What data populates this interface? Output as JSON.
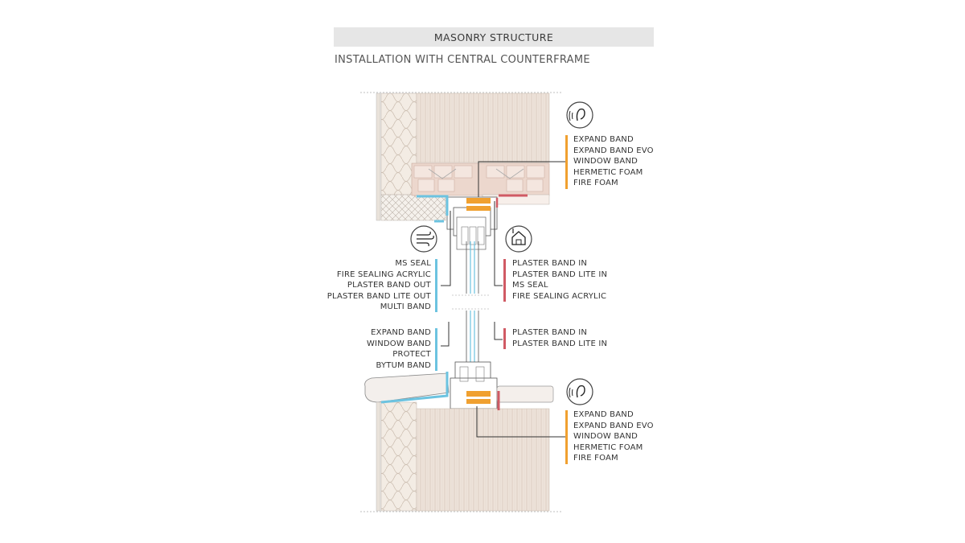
{
  "header": {
    "title": "MASONRY STRUCTURE",
    "subtitle": "INSTALLATION WITH CENTRAL COUNTERFRAME"
  },
  "colors": {
    "orange": "#f0a030",
    "blue": "#6cc3e0",
    "red": "#d05a64",
    "wall": "#eadcd2"
  },
  "icons": {
    "top_right": "ear-acoustic-icon",
    "left_middle": "wind-air-icon",
    "right_middle": "house-thermal-icon",
    "bottom_right": "ear-acoustic-icon"
  },
  "groups": {
    "top_orange": [
      "EXPAND BAND",
      "EXPAND BAND EVO",
      "WINDOW BAND",
      "HERMETIC FOAM",
      "FIRE FOAM"
    ],
    "mid_blue": [
      "MS SEAL",
      "FIRE SEALING ACRYLIC",
      "PLASTER BAND OUT",
      "PLASTER BAND LITE OUT",
      "MULTI BAND"
    ],
    "mid_red": [
      "PLASTER BAND IN",
      "PLASTER BAND LITE IN",
      "MS SEAL",
      "FIRE SEALING ACRYLIC"
    ],
    "low_blue": [
      "EXPAND BAND",
      "WINDOW BAND",
      "PROTECT",
      "BYTUM BAND"
    ],
    "low_red": [
      "PLASTER BAND IN",
      "PLASTER BAND LITE IN"
    ],
    "bottom_orange": [
      "EXPAND BAND",
      "EXPAND BAND EVO",
      "WINDOW BAND",
      "HERMETIC FOAM",
      "FIRE FOAM"
    ]
  }
}
